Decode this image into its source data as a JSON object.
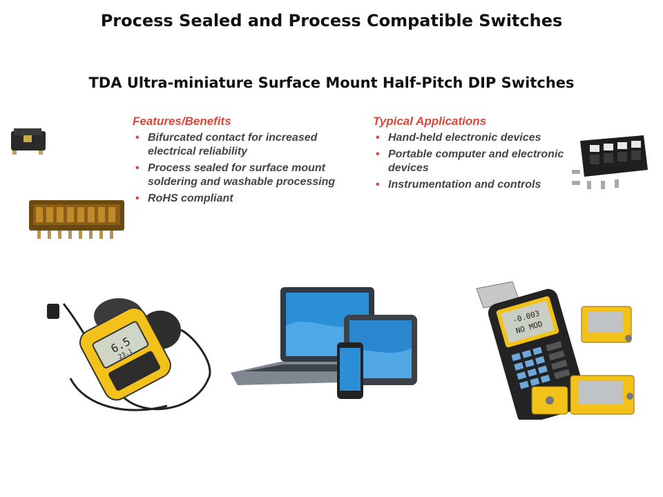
{
  "title": "Process Sealed and Process Compatible Switches",
  "subtitle": "TDA Ultra-miniature Surface Mount Half-Pitch DIP Switches",
  "features": {
    "heading": "Features/Benefits",
    "items": [
      "Bifurcated contact for increased electrical reliability",
      "Process sealed for surface mount soldering and washable processing",
      "RoHS compliant"
    ]
  },
  "applications": {
    "heading": "Typical Applications",
    "items": [
      "Hand-held electronic devices",
      "Portable computer and electronic devices",
      "Instrumentation and controls"
    ]
  },
  "anemometer_display": {
    "reading": "6.5",
    "sub": "23.1"
  },
  "meter_display": {
    "line1": "-0.003",
    "line2": "NO MOD"
  },
  "colors": {
    "accent": "#d9473a",
    "bullet_text": "#444444",
    "yellow": "#f2c21b"
  }
}
